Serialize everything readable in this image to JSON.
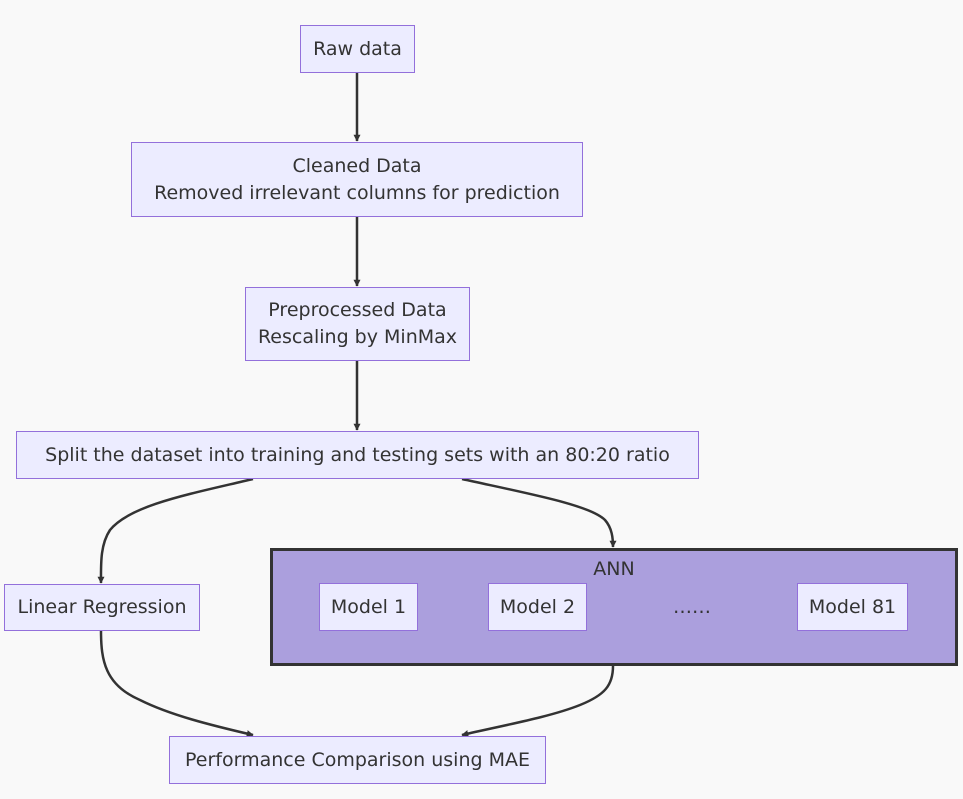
{
  "colors": {
    "background": "#f9f9f9",
    "node_fill": "#ececff",
    "node_border": "#9370db",
    "cluster_fill": "#ab9fdd",
    "cluster_border": "#333333",
    "edge": "#333333",
    "text": "#333333"
  },
  "nodes": {
    "raw": {
      "label": "Raw data"
    },
    "cleaned": {
      "title": "Cleaned Data",
      "detail": "Removed irrelevant columns for prediction"
    },
    "preprocessed": {
      "title": "Preprocessed Data",
      "detail": "Rescaling by MinMax"
    },
    "split": {
      "label": "Split the dataset into training and testing sets with an 80:20 ratio"
    },
    "linear": {
      "label": "Linear Regression"
    },
    "performance": {
      "label": "Performance Comparison using MAE"
    }
  },
  "ann": {
    "label": "ANN",
    "models": [
      "Model 1",
      "Model 2",
      "Model 81"
    ],
    "ellipsis": "……"
  },
  "edges": [
    {
      "from": "raw",
      "to": "cleaned"
    },
    {
      "from": "cleaned",
      "to": "preprocessed"
    },
    {
      "from": "preprocessed",
      "to": "split"
    },
    {
      "from": "split",
      "to": "linear"
    },
    {
      "from": "split",
      "to": "ann"
    },
    {
      "from": "linear",
      "to": "performance"
    },
    {
      "from": "ann",
      "to": "performance"
    }
  ]
}
